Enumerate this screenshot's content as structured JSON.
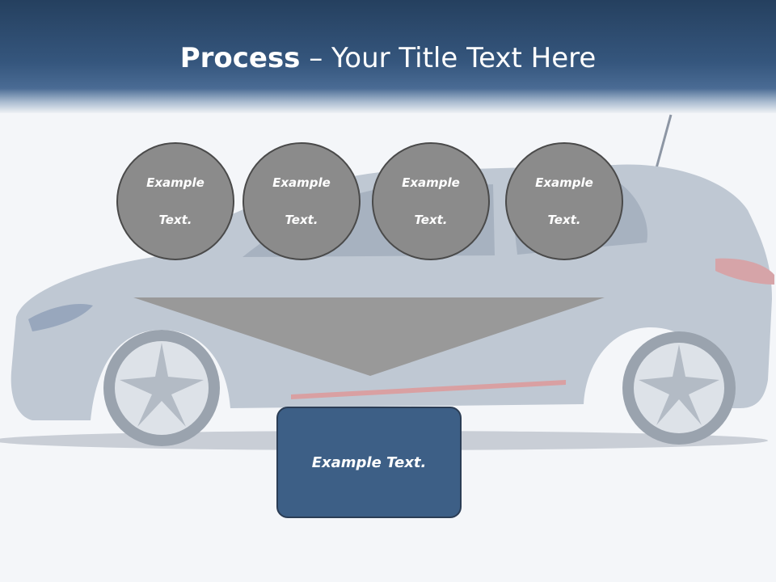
{
  "title": {
    "bold": "Process",
    "rest": " – Your Title Text Here"
  },
  "circles": [
    {
      "line1": "Example",
      "line2": "Text."
    },
    {
      "line1": "Example",
      "line2": "Text."
    },
    {
      "line1": "Example",
      "line2": "Text."
    },
    {
      "line1": "Example",
      "line2": "Text."
    }
  ],
  "result_box": {
    "label": "Example Text."
  },
  "colors": {
    "header": "#35567d",
    "circle_fill": "#8b8b8b",
    "funnel_fill": "#999999",
    "box_fill": "#3d5f86",
    "text": "#ffffff"
  },
  "images": {
    "background": "car-photo"
  }
}
